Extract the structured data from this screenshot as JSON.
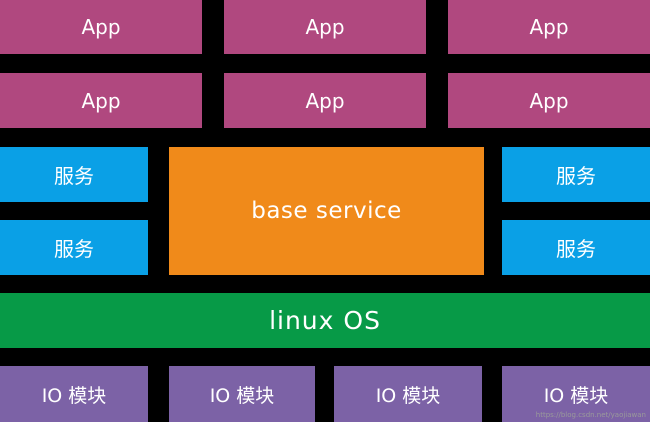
{
  "apps_row1": [
    "App",
    "App",
    "App"
  ],
  "apps_row2": [
    "App",
    "App",
    "App"
  ],
  "services_left": [
    "服务",
    "服务"
  ],
  "services_right": [
    "服务",
    "服务"
  ],
  "base_service": "base service",
  "linux_os": "linux OS",
  "io_modules": [
    "IO 模块",
    "IO 模块",
    "IO 模块",
    "IO 模块"
  ],
  "watermark": "https://blog.csdn.net/yaojiawan",
  "colors": {
    "app": "#b0487f",
    "service": "#0aa0e6",
    "base_service": "#f08a1a",
    "linux_os": "#079a47",
    "io": "#7c62a6",
    "background": "#000000"
  }
}
